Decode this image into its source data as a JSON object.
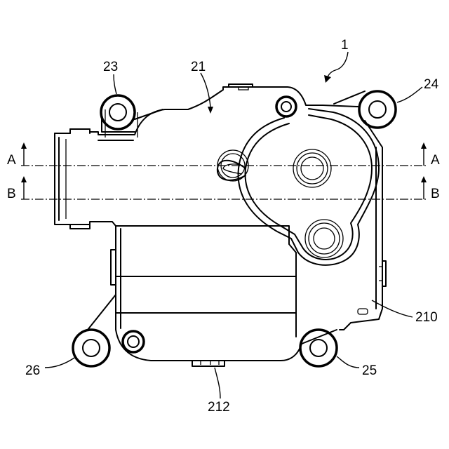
{
  "figure": {
    "labels": {
      "assembly": "1",
      "housing": "21",
      "boss_top_left": "23",
      "boss_top_right": "24",
      "boss_bottom_right": "25",
      "boss_bottom_left": "26",
      "case_wall": "210",
      "bottom_tab": "212",
      "section_a_left": "A",
      "section_a_right": "A",
      "section_b_left": "B",
      "section_b_right": "B"
    }
  }
}
